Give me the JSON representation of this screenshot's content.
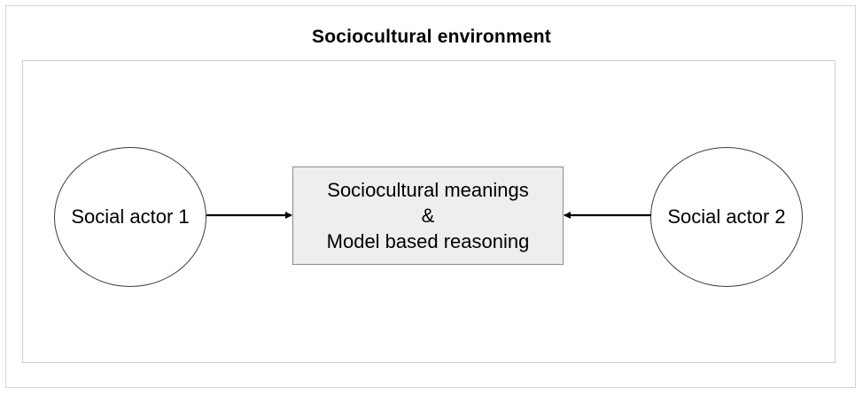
{
  "diagram": {
    "title": "Sociocultural environment",
    "nodes": [
      {
        "id": "actor1",
        "label": "Social actor 1",
        "shape": "circle"
      },
      {
        "id": "center",
        "lines": [
          "Sociocultural meanings",
          "&",
          "Model based reasoning"
        ],
        "shape": "rectangle",
        "fill": "#eeeeee"
      },
      {
        "id": "actor2",
        "label": "Social actor 2",
        "shape": "circle"
      }
    ],
    "edges": [
      {
        "from": "actor1",
        "to": "center"
      },
      {
        "from": "actor2",
        "to": "center"
      }
    ]
  }
}
